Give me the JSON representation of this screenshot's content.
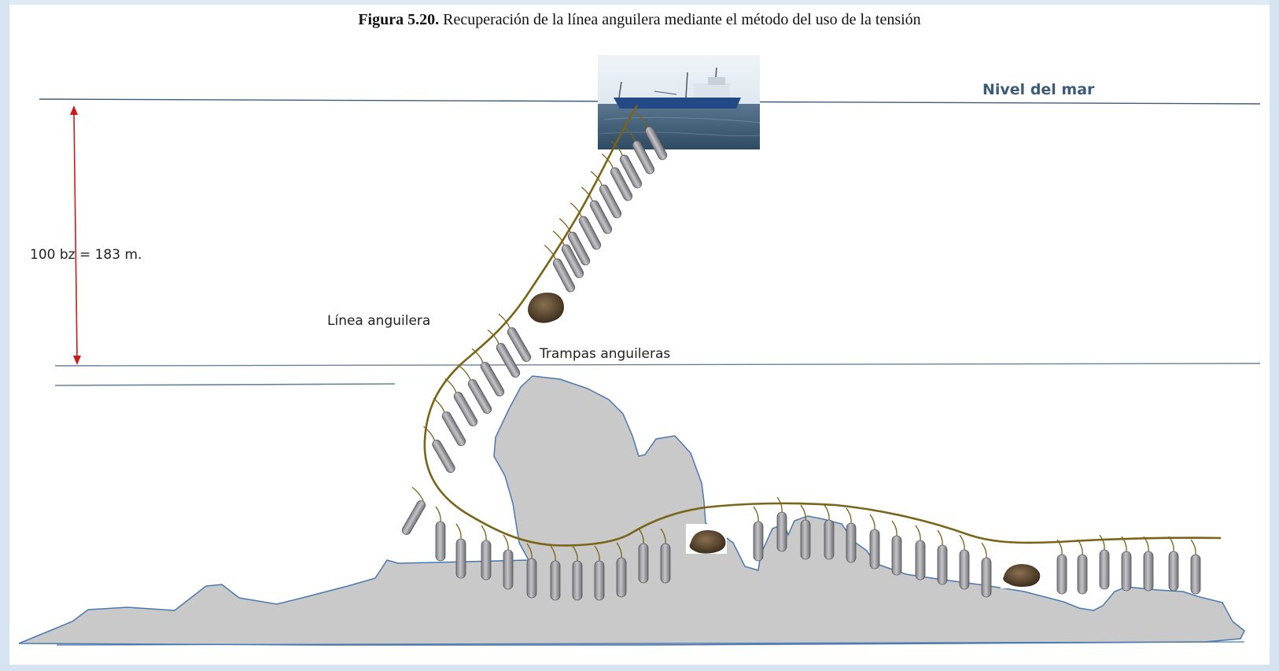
{
  "caption": {
    "number": "Figura 5.20.",
    "text": "Recuperación de la línea anguilera mediante el método del uso de la tensión"
  },
  "labels": {
    "sea_level": "Nivel del mar",
    "depth": "100 bz = 183 m.",
    "eel_line": "Línea anguilera",
    "eel_traps": "Trampas anguileras"
  },
  "colors": {
    "sea_level": "#3d5c7a",
    "depth_arrow": "#cc1a1a",
    "line": "#7a6418",
    "seabed_fill": "#c9c9c9",
    "seabed_stroke": "#4a78b0",
    "trap": "#a8a8ad",
    "rock": "#5a4630"
  },
  "icons": [
    "ship-photo",
    "eel-trap",
    "rock"
  ]
}
